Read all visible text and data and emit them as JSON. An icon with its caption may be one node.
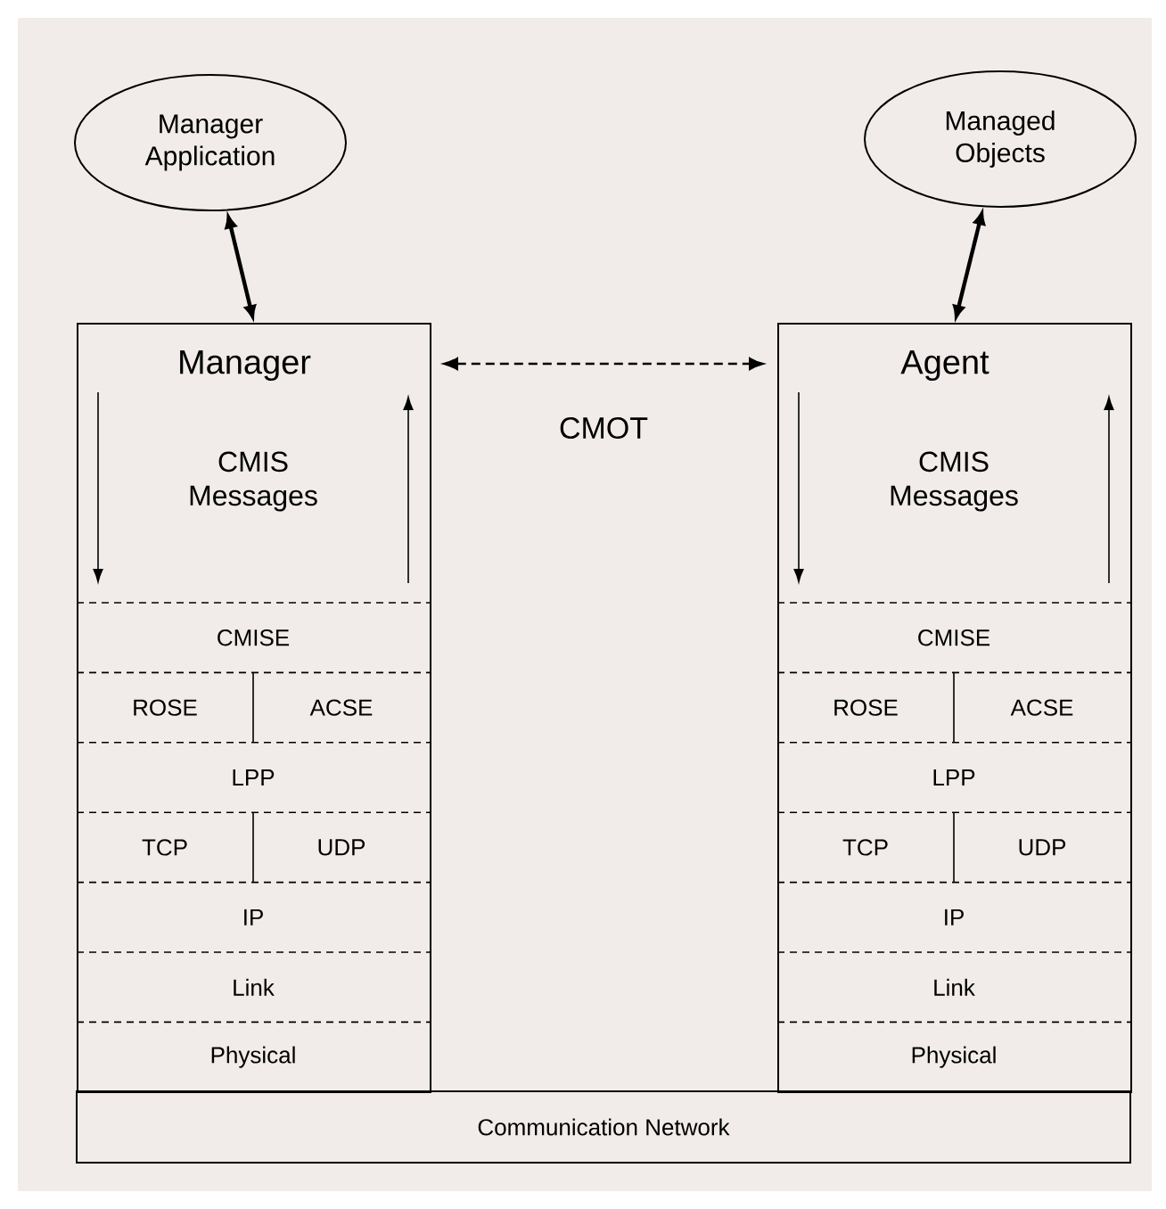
{
  "diagram": {
    "nodes": [
      {
        "text": [
          "Manager Application"
        ]
      },
      {
        "text": [
          "Managed Objects"
        ]
      },
      {
        "text": [
          "Manager",
          "CMIS Messages"
        ]
      },
      {
        "text": [
          "CMISE"
        ],
        "in": 2
      },
      {
        "text": [
          "ROSE"
        ],
        "in": 2
      },
      {
        "text": [
          "ACSE"
        ],
        "in": 2
      },
      {
        "text": [
          "LPP"
        ],
        "in": 2
      },
      {
        "text": [
          "TCP"
        ],
        "in": 2
      },
      {
        "text": [
          "UDP"
        ],
        "in": 2
      },
      {
        "text": [
          "IP"
        ],
        "in": 2
      },
      {
        "text": [
          "Link"
        ],
        "in": 2
      },
      {
        "text": [
          "Physical"
        ],
        "in": 2
      },
      {
        "text": [
          "Agent",
          "CMIS Messages"
        ]
      },
      {
        "text": [
          "CMISE"
        ],
        "in": 12
      },
      {
        "text": [
          "ROSE"
        ],
        "in": 12
      },
      {
        "text": [
          "ACSE"
        ],
        "in": 12
      },
      {
        "text": [
          "LPP"
        ],
        "in": 12
      },
      {
        "text": [
          "TCP"
        ],
        "in": 12
      },
      {
        "text": [
          "UDP"
        ],
        "in": 12
      },
      {
        "text": [
          "IP"
        ],
        "in": 12
      },
      {
        "text": [
          "Link"
        ],
        "in": 12
      },
      {
        "text": [
          "Physical"
        ],
        "in": 12
      },
      {
        "text": [
          "Communication Network"
        ]
      }
    ],
    "edges": [
      {
        "from": 0,
        "to": 2,
        "arrow": "both"
      },
      {
        "from": 1,
        "to": 12,
        "arrow": "both"
      },
      {
        "from": 2,
        "to": 12,
        "arrow": "both",
        "style": "dashed",
        "label": "CMOT"
      }
    ]
  }
}
